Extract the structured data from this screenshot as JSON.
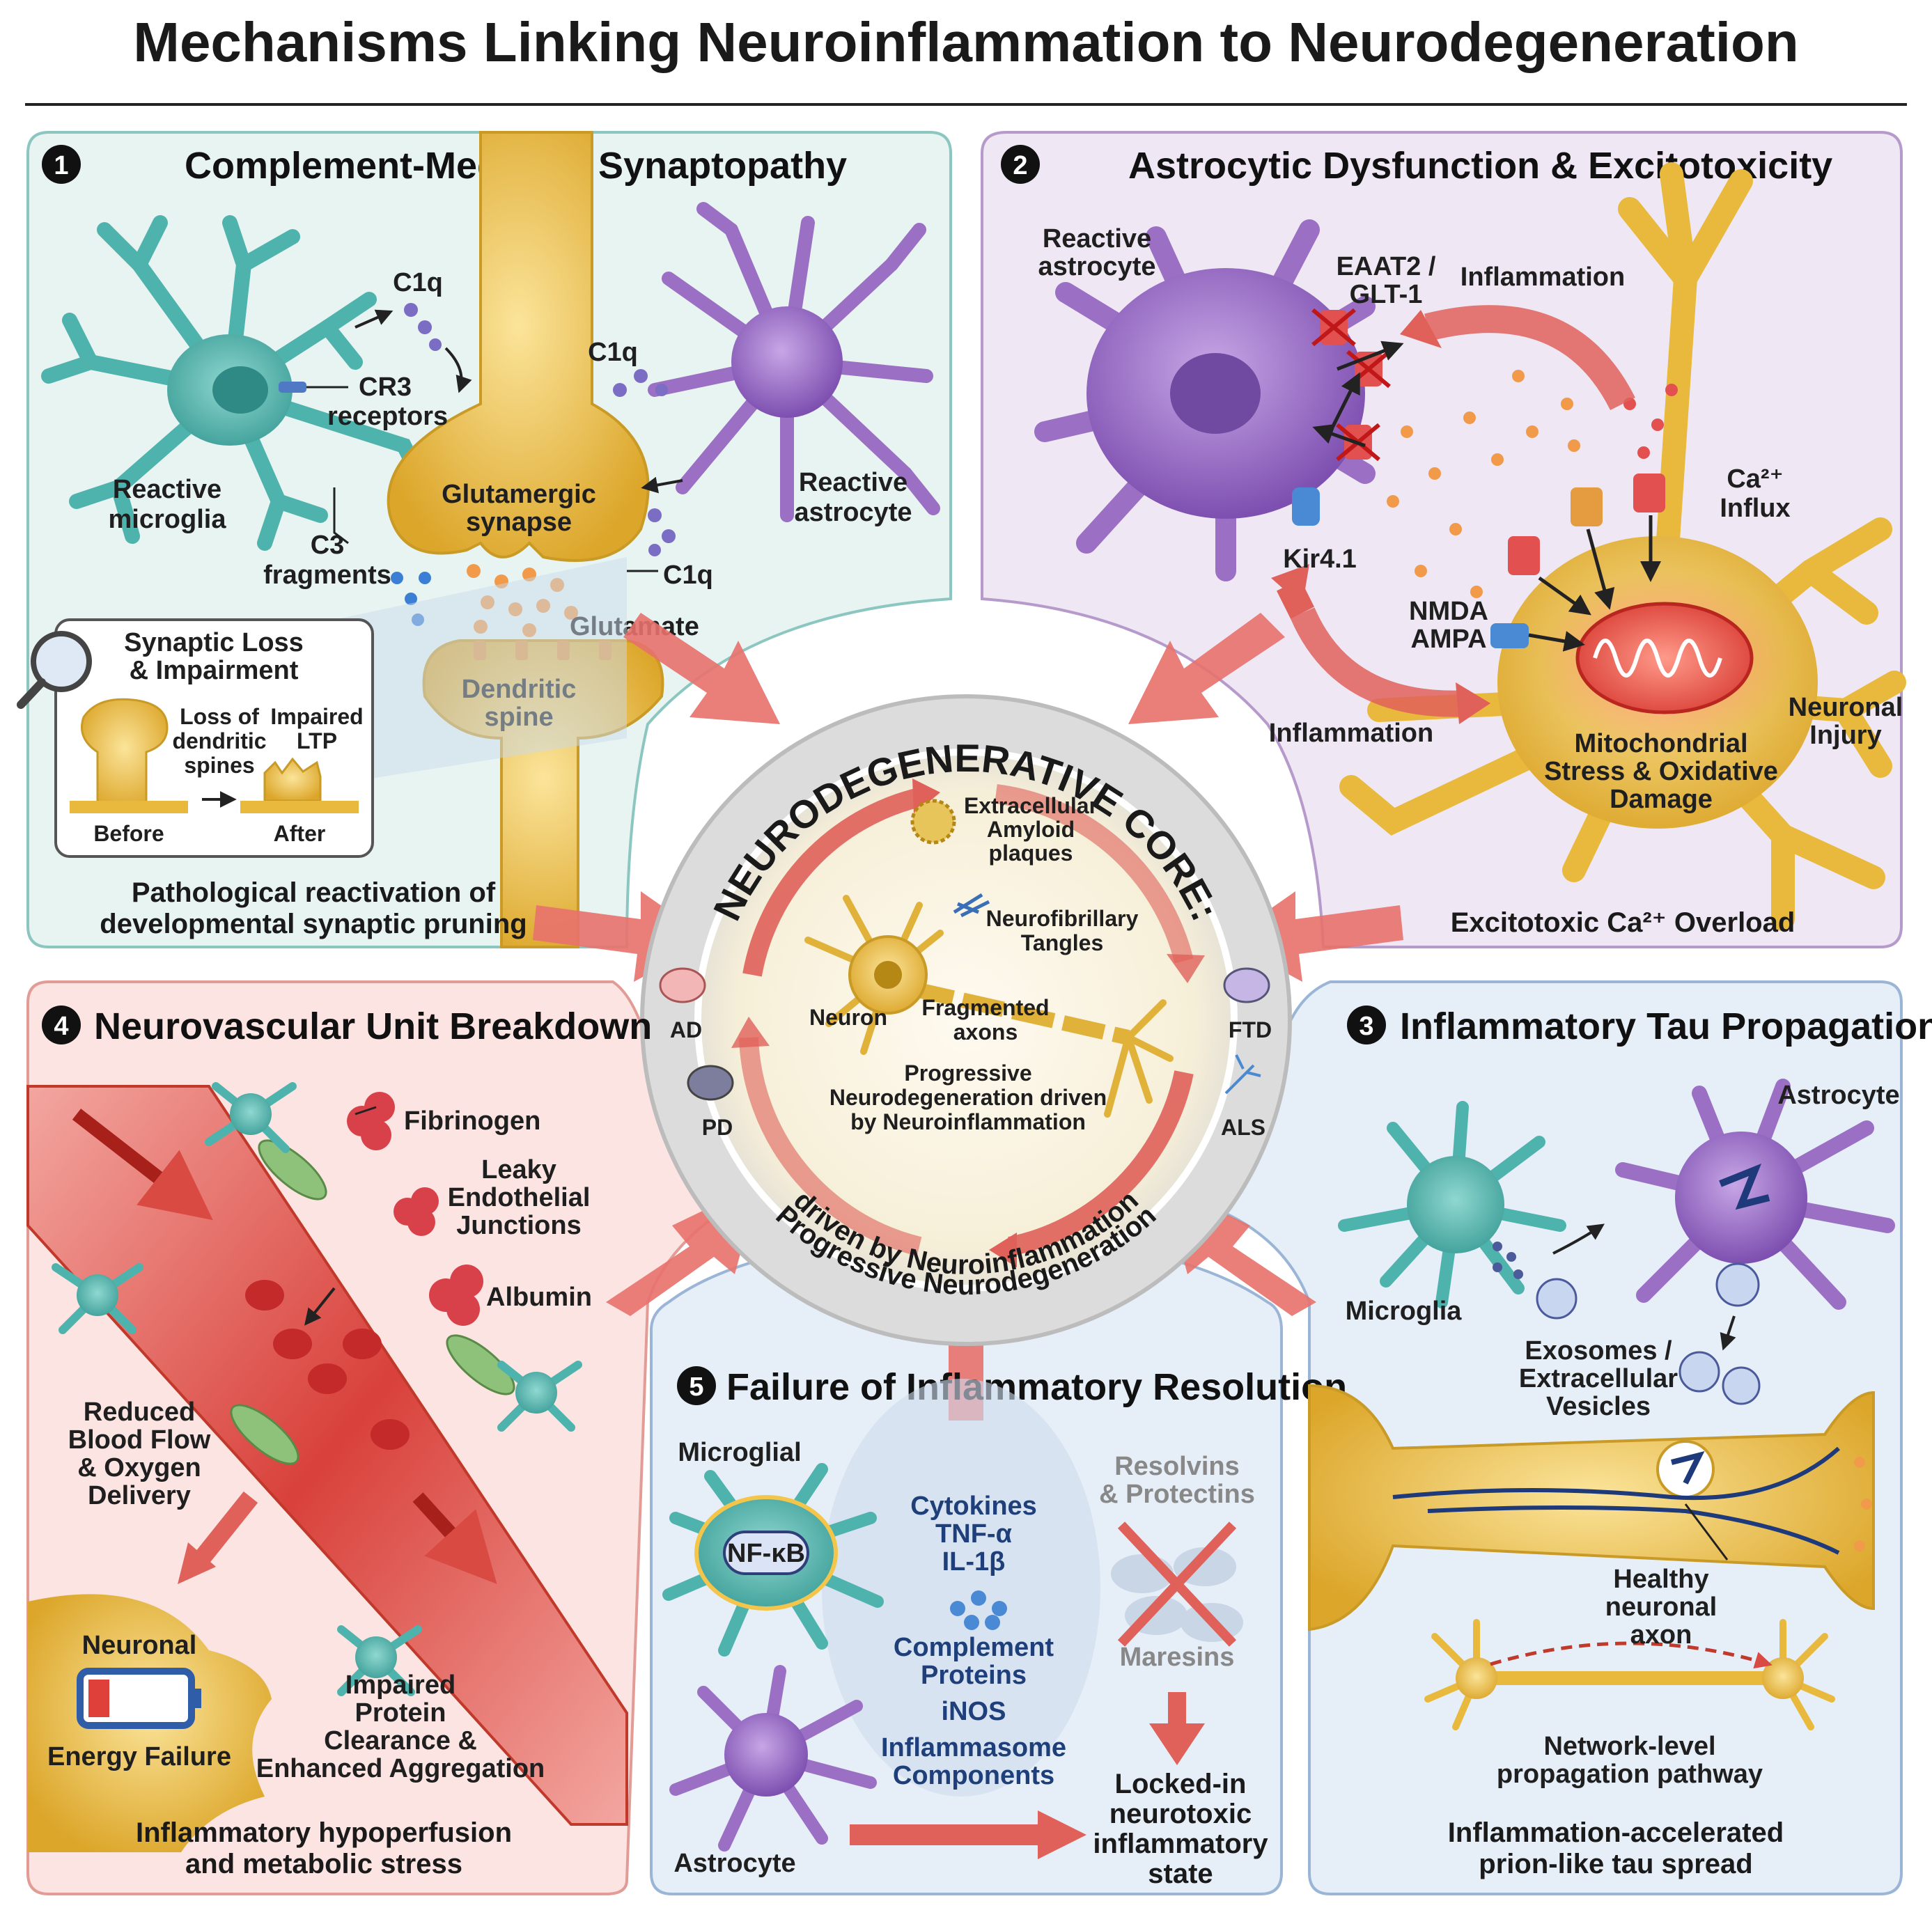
{
  "title": "Mechanisms Linking Neuroinflammation to Neurodegeneration",
  "colors": {
    "teal_panel": "#e8f4f2",
    "purple_panel": "#efe8f4",
    "red_panel": "#fbe4e2",
    "blue_panel": "#e6eef8",
    "microglia": "#4fb3ad",
    "astrocyte": "#9a6fc4",
    "neuron": "#e8b93c",
    "arrow": "#e0605a"
  },
  "panel1": {
    "number": "1",
    "title": "Complement-Mediated Synaptopathy",
    "c1q_top": "C1q",
    "c1q_mid": "C1q",
    "c1q_right": "C1q",
    "cr3_line1": "CR3",
    "cr3_line2": "receptors",
    "microglia_line1": "Reactive",
    "microglia_line2": "microglia",
    "astrocyte_line1": "Reactive",
    "astrocyte_line2": "astrocyte",
    "synapse_line1": "Glutamergic",
    "synapse_line2": "synapse",
    "c3_line1": "C3",
    "c3_line2": "fragments",
    "glutamate": "Glutamate",
    "spine_line1": "Dendritic",
    "spine_line2": "spine",
    "inset_title1": "Synaptic Loss",
    "inset_title2": "& Impairment",
    "loss1": "Loss of",
    "loss2": "dendritic",
    "loss3": "spines",
    "ltp1": "Impaired",
    "ltp2": "LTP",
    "before": "Before",
    "after": "After",
    "caption1": "Pathological reactivation of",
    "caption2": "developmental synaptic pruning"
  },
  "panel2": {
    "number": "2",
    "title": "Astrocytic Dysfunction & Excitotoxicity",
    "astro_line1": "Reactive",
    "astro_line2": "astrocyte",
    "eaat_line1": "EAAT2 /",
    "eaat_line2": "GLT-1",
    "inflammation_top": "Inflammation",
    "ca_line1": "Ca²⁺",
    "ca_line2": "Influx",
    "kir": "Kir4.1",
    "nmda": "NMDA",
    "ampa": "AMPA",
    "inflammation_bottom": "Inflammation",
    "mito_line1": "Mitochondrial",
    "mito_line2": "Stress & Oxidative",
    "mito_line3": "Damage",
    "injury_line1": "Neuronal",
    "injury_line2": "Injury",
    "caption": "Excitotoxic Ca²⁺ Overload"
  },
  "core": {
    "ring_top": "NEURODEGENERATIVE CORE:",
    "ring_bottom1": "Progressive Neurodegeneration",
    "ring_bottom2": "driven by Neuroinflammation",
    "amyloid1": "Extracellular",
    "amyloid2": "Amyloid",
    "amyloid3": "plaques",
    "tangles1": "Neurofibrillary",
    "tangles2": "Tangles",
    "neuron": "Neuron",
    "axons1": "Fragmented",
    "axons2": "axons",
    "center1": "Progressive",
    "center2": "Neurodegeneration driven",
    "center3": "by Neuroinflammation",
    "ad": "AD",
    "pd": "PD",
    "ftd": "FTD",
    "als": "ALS"
  },
  "panel4": {
    "number": "4",
    "title": "Neurovascular Unit Breakdown",
    "fibrinogen": "Fibrinogen",
    "leaky1": "Leaky",
    "leaky2": "Endothelial",
    "leaky3": "Junctions",
    "albumin": "Albumin",
    "flow1": "Reduced",
    "flow2": "Blood Flow",
    "flow3": "& Oxygen",
    "flow4": "Delivery",
    "neuronal": "Neuronal",
    "energy": "Energy Failure",
    "protein1": "Impaired",
    "protein2": "Protein",
    "protein3": "Clearance &",
    "protein4": "Enhanced Aggregation",
    "caption1": "Inflammatory hypoperfusion",
    "caption2": "and metabolic stress"
  },
  "panel5": {
    "number": "5",
    "title": "Failure of Inflammatory Resolution",
    "microglial": "Microglial",
    "nfkb": "NF-κB",
    "cytokines": "Cytokines",
    "tnf": "TNF-α",
    "il1b": "IL-1β",
    "complement1": "Complement",
    "complement2": "Proteins",
    "inos": "iNOS",
    "inflammasome1": "Inflammasome",
    "inflammasome2": "Components",
    "resolvins1": "Resolvins",
    "resolvins2": "& Protectins",
    "maresins": "Maresins",
    "astrocyte": "Astrocyte",
    "locked1": "Locked-in",
    "locked2": "neurotoxic",
    "locked3": "inflammatory",
    "locked4": "state"
  },
  "panel3": {
    "number": "3",
    "title": "Inflammatory Tau Propagation",
    "astrocyte": "Astrocyte",
    "microglia": "Microglia",
    "exo1": "Exosomes /",
    "exo2": "Extracellular",
    "exo3": "Vesicles",
    "healthy1": "Healthy",
    "healthy2": "neuronal",
    "healthy3": "axon",
    "network1": "Network-level",
    "network2": "propagation pathway",
    "caption1": "Inflammation-accelerated",
    "caption2": "prion-like tau spread"
  }
}
